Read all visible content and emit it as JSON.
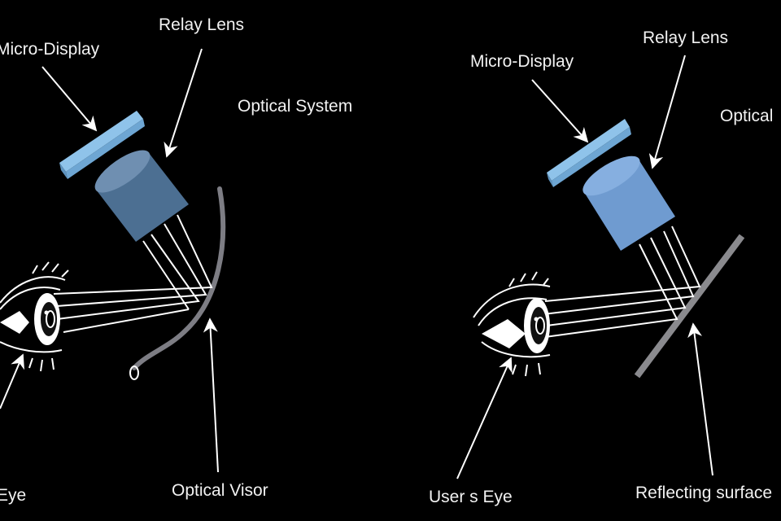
{
  "colors": {
    "background": "#000000",
    "micro_display": "#8fc3ea",
    "relay_lens": "#5b82a8",
    "relay_lens_right": "#6f9bd0",
    "visor": "#7d7d84",
    "reflector": "#8a8a8e",
    "rays": "#ffffff",
    "label_text": "#f2f2f2"
  },
  "left_diagram": {
    "micro_display_label": "Micro-Display",
    "relay_lens_label": "Relay Lens",
    "optical_system_label": "Optical System",
    "optical_visor_label": "Optical Visor",
    "users_eye_label": "Eye"
  },
  "right_diagram": {
    "micro_display_label": "Micro-Display",
    "relay_lens_label": "Relay Lens",
    "optical_system_label": "Optical",
    "reflecting_surface_label": "Reflecting surface",
    "users_eye_label": "User s Eye"
  }
}
